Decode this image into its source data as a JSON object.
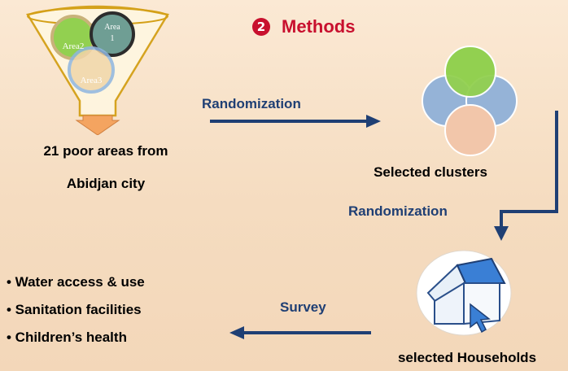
{
  "title": {
    "number": "2",
    "text": "Methods"
  },
  "funnel": {
    "areas": [
      "Area 1",
      "Area2",
      "Area3"
    ]
  },
  "steps": {
    "source_line1": "21 poor areas from",
    "source_line2": "Abidjan city",
    "randomization_1": "Randomization",
    "clusters": "Selected clusters",
    "randomization_2": "Randomization",
    "households": "selected Households",
    "survey": "Survey"
  },
  "outcomes": [
    "• Water access & use",
    "• Sanitation facilities",
    "• Children’s health"
  ],
  "colors": {
    "title_red": "#c8102e",
    "arrow_navy": "#1f3f74",
    "circle_green": "#92d050",
    "circle_blue": "#95b3d7",
    "circle_peach": "#f2c6aa",
    "funnel_gold": "#d4a017"
  }
}
